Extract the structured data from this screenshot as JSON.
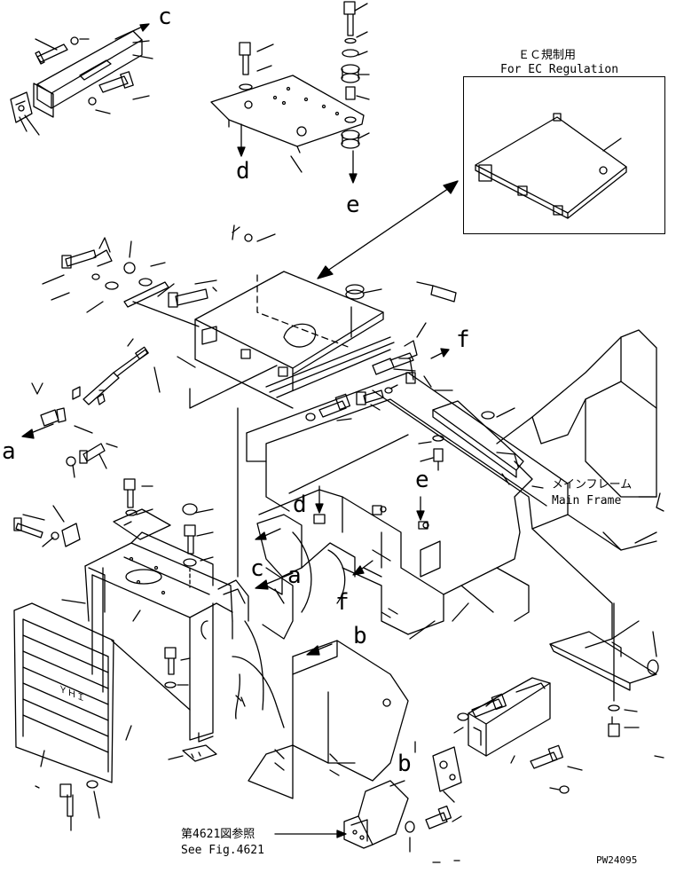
{
  "labels": {
    "c_top": "c",
    "d": "d",
    "e": "e",
    "a_left": "a",
    "f": "f",
    "e_mid": "e",
    "d_mid": "d",
    "a_mid": "a",
    "c_mid": "c",
    "f_mid": "f",
    "b_mid": "b",
    "b_low": "b"
  },
  "ec_regulation": {
    "jp": "ＥＣ規制用",
    "en": "For EC Regulation"
  },
  "main_frame": {
    "jp": "メインフレーム",
    "en": "Main Frame"
  },
  "see_fig": {
    "jp": "第4621図参照",
    "en": "See Fig.4621"
  },
  "drawing_number": "PW24095",
  "grille_mark": "ＹＨＩ"
}
